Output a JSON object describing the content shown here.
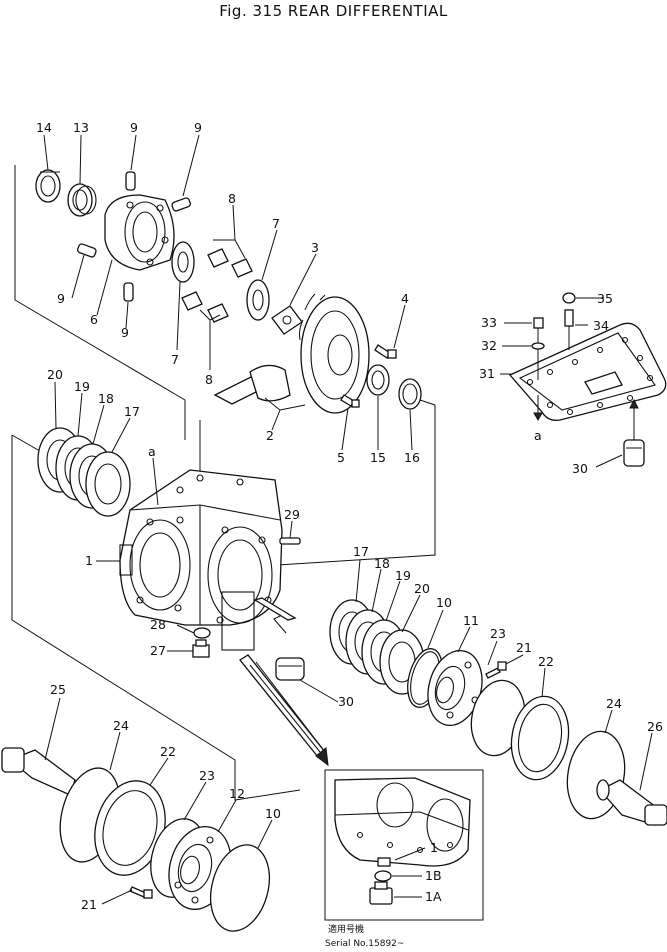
{
  "title": "Fig. 315 REAR DIFFERENTIAL",
  "serial_note": {
    "line1": "適用号機",
    "line2": "Serial No.15892~"
  },
  "callout_labels": {
    "l14": "14",
    "l13": "13",
    "l9a": "9",
    "l9b": "9",
    "l9c": "9",
    "l9d": "9",
    "l8a": "8",
    "l7a": "7",
    "l3": "3",
    "l6": "6",
    "l7b": "7",
    "l8b": "8",
    "l4": "4",
    "l2": "2",
    "l5": "5",
    "l15": "15",
    "l16": "16",
    "l35": "35",
    "l33": "33",
    "l34": "34",
    "l32": "32",
    "l31": "31",
    "la1": "a",
    "l30a": "30",
    "l20a": "20",
    "l19a": "19",
    "l18a": "18",
    "l17a": "17",
    "la2": "a",
    "l1a": "1",
    "l29": "29",
    "l28": "28",
    "l27": "27",
    "l30b": "30",
    "l17b": "17",
    "l18b": "18",
    "l19b": "19",
    "l20b": "20",
    "l10a": "10",
    "l11": "11",
    "l23a": "23",
    "l21a": "21",
    "l22a": "22",
    "l24a": "24",
    "l26": "26",
    "l25": "25",
    "l24b": "24",
    "l22b": "22",
    "l23b": "23",
    "l12": "12",
    "l10b": "10",
    "l21b": "21",
    "l1b": "1",
    "l1B": "1B",
    "l1A": "1A"
  }
}
